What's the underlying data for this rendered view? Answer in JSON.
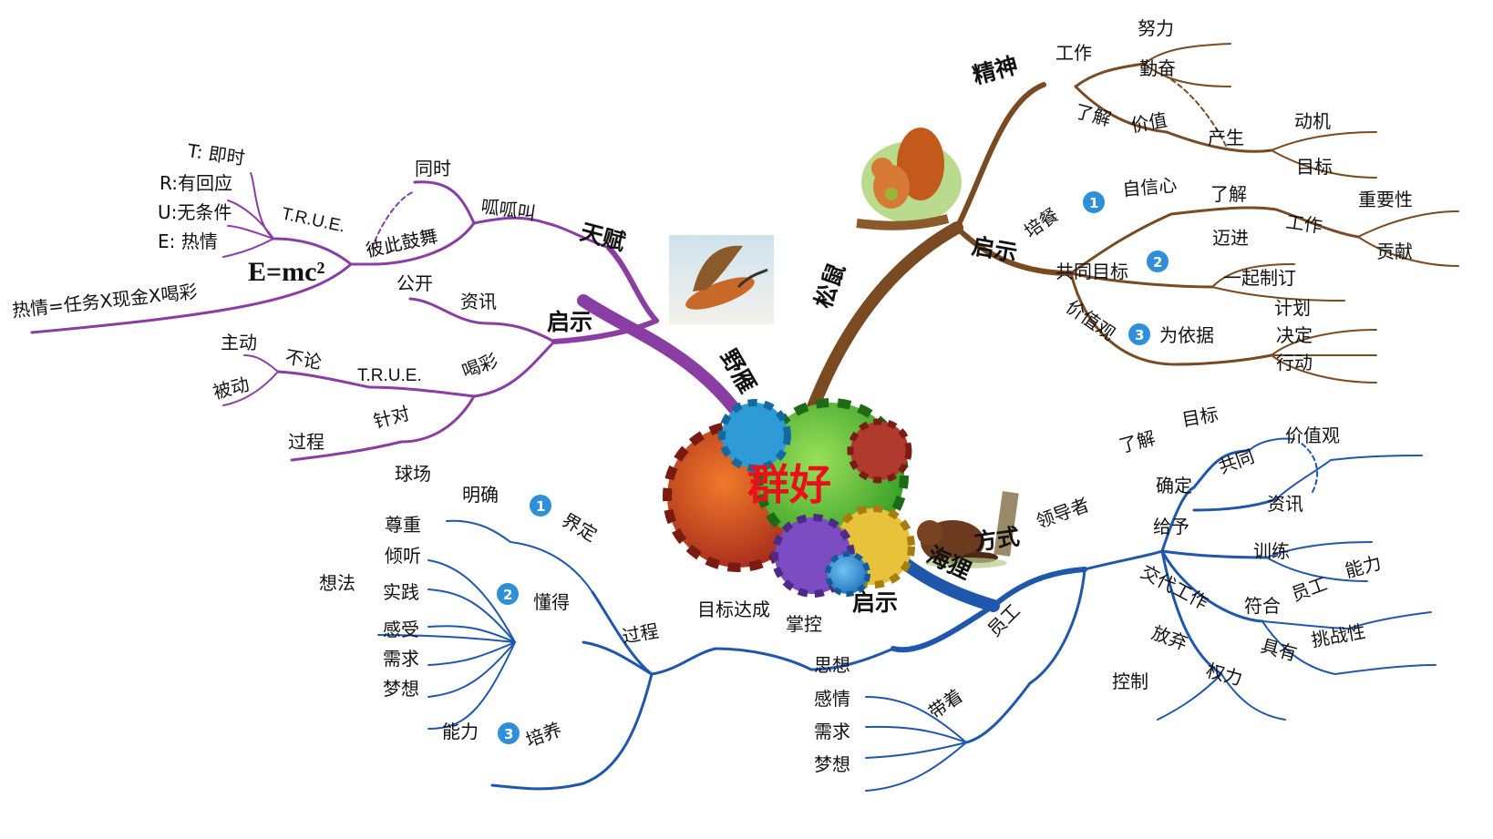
{
  "center": {
    "title": "群好"
  },
  "colors": {
    "goose": "#8a3ea3",
    "squirrel": "#7a4a22",
    "beaver": "#1f57ad",
    "badge": "#2f8fd8"
  },
  "icons": {
    "center": "gears-icon",
    "goose": "goose-image",
    "squirrel": "squirrel-image",
    "beaver": "beaver-image"
  },
  "goose": {
    "name": "野雁",
    "talent": {
      "label": "天赋",
      "honk": "呱呱叫",
      "simultaneous": "同时",
      "encourage": "彼此鼓舞",
      "emc": "E=mc²",
      "true_label": "T.R.U.E.",
      "true_items": [
        "T: 即时",
        "R:有回应",
        "U:无条件",
        "E: 热情"
      ],
      "passion_formula": "热情=任务X现金X喝彩"
    },
    "insight": {
      "label": "启示",
      "info": "资讯",
      "open": "公开",
      "cheer": "喝彩",
      "true_label": "T.R.U.E.",
      "regardless": "不论",
      "active": "主动",
      "passive": "被动",
      "target": "针对",
      "process": "过程"
    }
  },
  "squirrel": {
    "name": "松鼠",
    "spirit": {
      "label": "精神",
      "work": "工作",
      "effort": "努力",
      "diligent": "勤奋",
      "understand": "了解",
      "value": "价值",
      "produce": "产生",
      "motive": "动机",
      "goal": "目标"
    },
    "insight": {
      "label": "启示",
      "nurture": "培餐",
      "confidence": "自信心",
      "understand": "了解",
      "work": "工作",
      "important": "重要性",
      "contribution": "贡献",
      "shared_goal": "共同目标",
      "advance": "迈进",
      "set_together": "一起制订",
      "values": "价值观",
      "basis": "为依据",
      "plan": "计划",
      "decide": "决定",
      "act": "行动",
      "badges": [
        "1",
        "2",
        "3"
      ]
    }
  },
  "beaver": {
    "name": "海狸",
    "method": {
      "label": "方式",
      "leader": "领导者",
      "understand": "了解",
      "goal": "目标",
      "confirm": "确定",
      "common": "共同",
      "values": "价值观",
      "give": "给予",
      "info": "资讯",
      "training": "训练",
      "delegate": "交代工作",
      "match": "符合",
      "employee_mid": "员工",
      "ability": "能力",
      "have": "具有",
      "challenge": "挑战性",
      "abandon": "放弃",
      "control": "控制",
      "power": "权力",
      "employee": "员工",
      "bring": "带着",
      "thoughts": [
        "思想",
        "感情",
        "需求",
        "梦想"
      ]
    },
    "insight": {
      "label": "启示",
      "control": "掌控",
      "goal_reach": "目标达成",
      "process": "过程",
      "define": "界定",
      "clear": "明确",
      "field": "球场",
      "understand": "懂得",
      "understand_items": [
        "尊重",
        "倾听",
        "实践",
        "感受",
        "需求",
        "梦想"
      ],
      "idea": "想法",
      "cultivate": "培养",
      "ability": "能力",
      "badges": [
        "1",
        "2",
        "3"
      ]
    }
  }
}
